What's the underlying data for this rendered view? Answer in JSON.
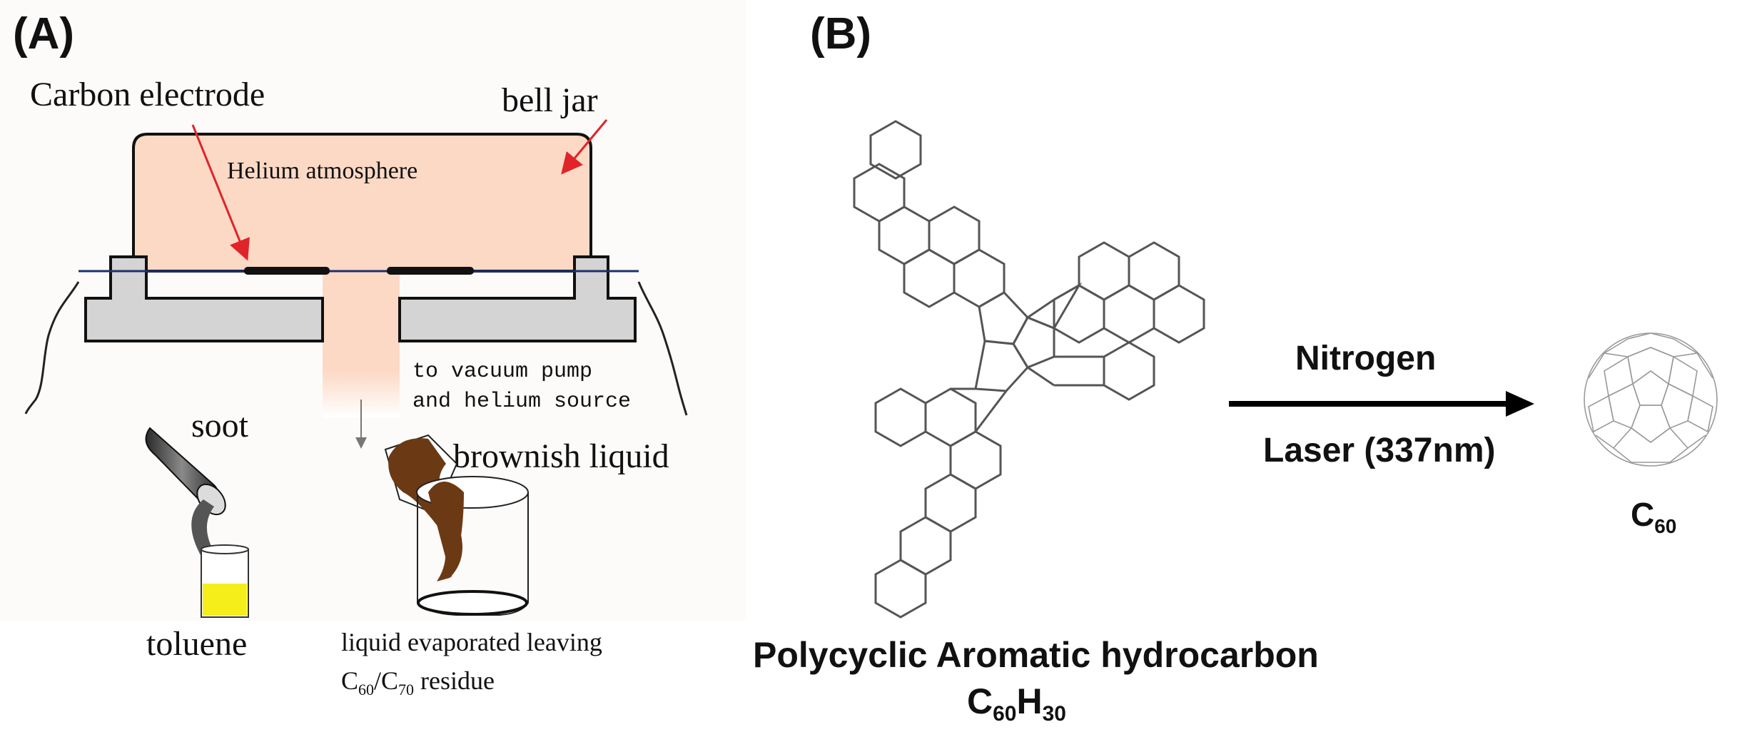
{
  "panel_a": {
    "label": "(A)",
    "carbon_electrode": "Carbon electrode",
    "bell_jar": "bell jar",
    "helium_atmosphere": "Helium atmosphere",
    "vacuum_line1": "to vacuum pump",
    "vacuum_line2": "and helium source",
    "soot": "soot",
    "toluene": "toluene",
    "brownish_liquid": "brownish liquid",
    "evaporated_line1": "liquid evaporated leaving",
    "residue_c": "C",
    "residue_sub1": "60",
    "residue_slash": "/C",
    "residue_sub2": "70",
    "residue_tail": " residue"
  },
  "panel_b": {
    "label": "(B)",
    "pah_name": "Polycyclic Aromatic hydrocarbon",
    "formula_c": "C",
    "formula_c_sub": "60",
    "formula_h": "H",
    "formula_h_sub": "30",
    "arrow_top": "Nitrogen",
    "arrow_bottom": "Laser (337nm)",
    "product_c": "C",
    "product_sub": "60"
  },
  "colors": {
    "bell_jar_fill": "#fcd9c5",
    "base_fill": "#d4d4d4",
    "toluene_fill": "#f5ee1a",
    "liquid_fill": "#6b3a14",
    "pointer_arrow": "#e0242a",
    "blue_line": "#1f2f6b"
  }
}
